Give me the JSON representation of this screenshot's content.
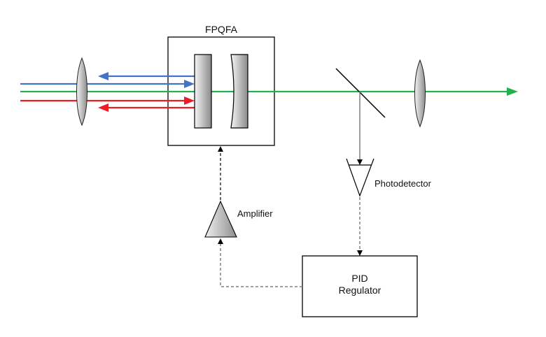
{
  "labels": {
    "fpqfa": "FPQFA",
    "photodetector": "Photodetector",
    "amplifier": "Amplifier",
    "pid_line1": "PID",
    "pid_line2": "Regulator"
  },
  "colors": {
    "blue_beam": "#4472c4",
    "green_beam": "#22b14c",
    "red_beam": "#ed1c24",
    "signal_line": "#808080",
    "outline": "#000000"
  },
  "beams": [
    {
      "name": "blue",
      "direction": "incident and reflected"
    },
    {
      "name": "green",
      "direction": "transmitted"
    },
    {
      "name": "red",
      "direction": "incident and reflected"
    }
  ]
}
